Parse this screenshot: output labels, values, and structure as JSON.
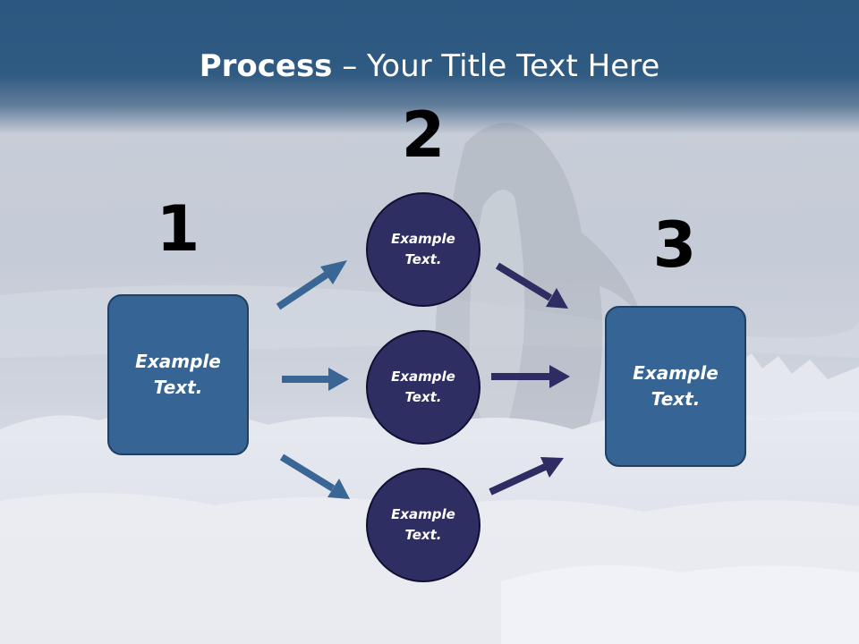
{
  "title": {
    "bold": "Process",
    "rest": " – Your Title Text Here"
  },
  "steps": [
    {
      "number": "1",
      "label": "Example\nText."
    },
    {
      "number": "2",
      "labels": [
        "Example\nText.",
        "Example\nText.",
        "Example\nText."
      ]
    },
    {
      "number": "3",
      "label": "Example\nText."
    }
  ],
  "colors": {
    "header": "#2c5780",
    "box": "#356495",
    "circle": "#2f2e62",
    "arrow_left": "#3a6696",
    "arrow_right": "#2e2d63"
  }
}
